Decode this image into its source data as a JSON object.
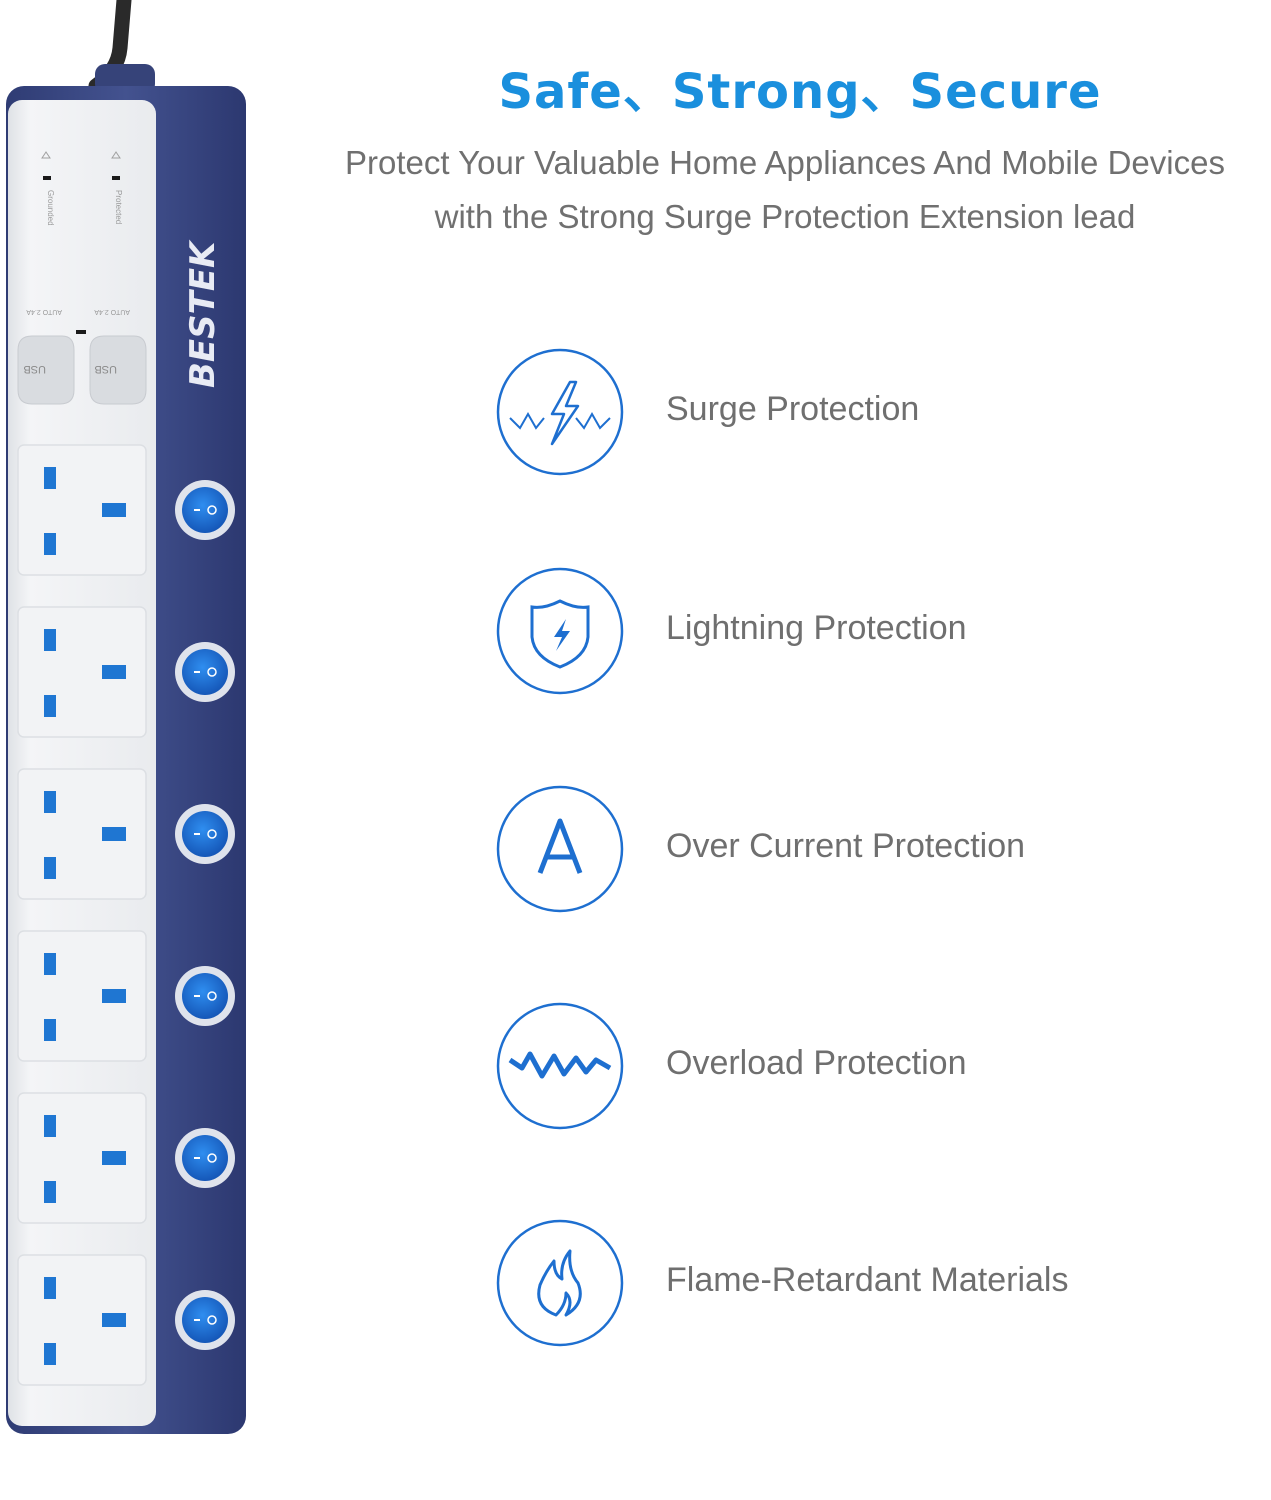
{
  "headline": "Safe、Strong、Secure",
  "subtitle": {
    "line1": "Protect Your Valuable Home Appliances And Mobile Devices",
    "line2": "with the Strong Surge Protection Extension lead"
  },
  "product": {
    "brand": "BESTEK",
    "indicators": [
      "Grounded",
      "Protected"
    ],
    "usb_ports": [
      "USB",
      "USB"
    ],
    "usb_rating_labels": [
      "AUTO 2.4A",
      "AUTO 2.4A"
    ],
    "socket_count": 6,
    "switch_count": 6,
    "body_color": "#3b4a86",
    "faceplate_color": "#eef0f2",
    "accent_color": "#1f76d2"
  },
  "features": [
    {
      "icon": "surge-icon",
      "label": "Surge Protection"
    },
    {
      "icon": "lightning-shield-icon",
      "label": "Lightning Protection"
    },
    {
      "icon": "current-a-icon",
      "label": "Over Current Protection"
    },
    {
      "icon": "overload-wave-icon",
      "label": "Overload Protection"
    },
    {
      "icon": "flame-icon",
      "label": "Flame-Retardant Materials"
    }
  ],
  "colors": {
    "headline": "#1a8fdd",
    "icon_blue": "#1e6fd0",
    "text_gray": "#6f6f6f"
  }
}
